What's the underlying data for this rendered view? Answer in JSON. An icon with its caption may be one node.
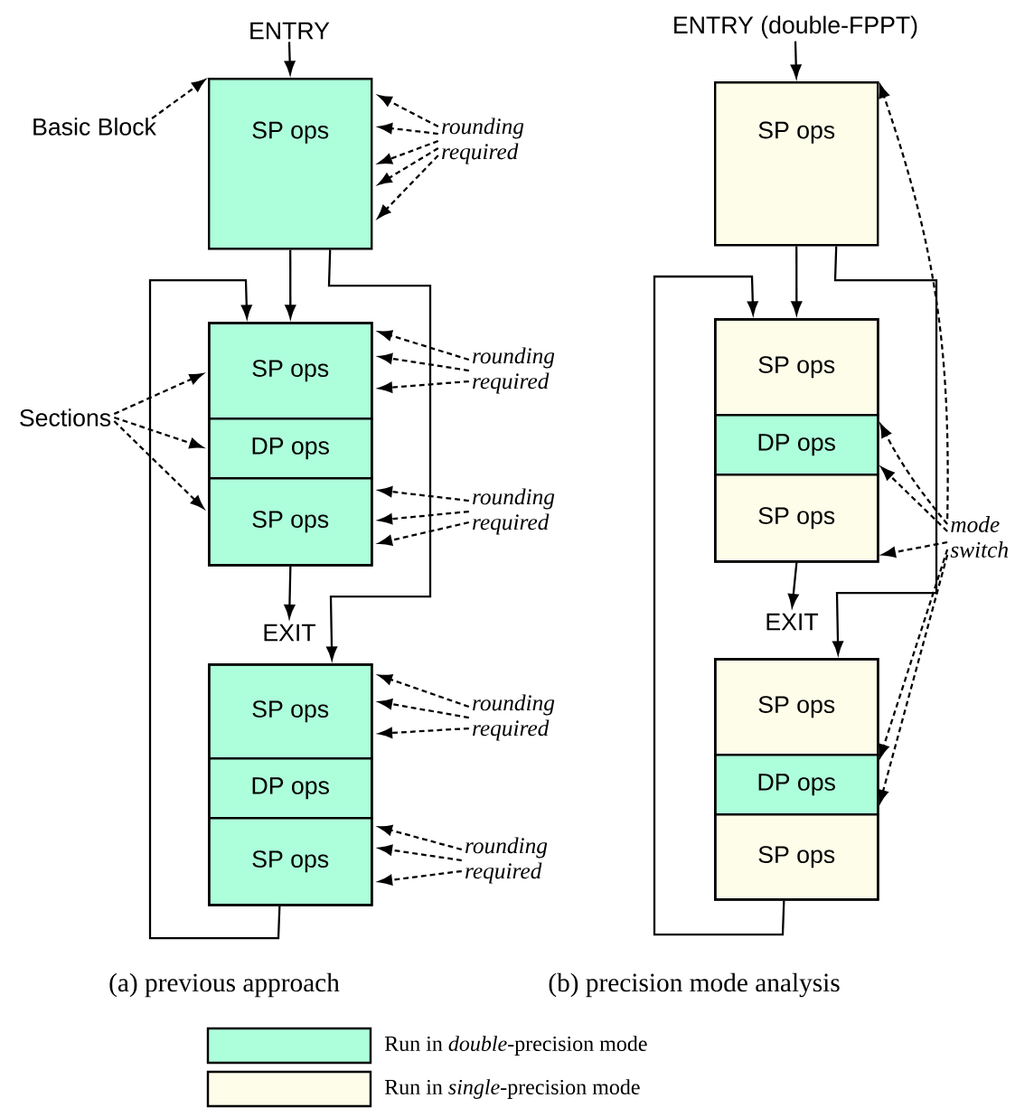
{
  "diagram": {
    "nodes": [
      {
        "text": [
          "ENTRY"
        ]
      },
      {
        "text": [
          "SP ops"
        ]
      },
      {
        "text": [],
        "shape": "box"
      },
      {
        "text": [
          "SP ops"
        ],
        "in": 2
      },
      {
        "text": [
          "DP ops"
        ],
        "in": 2
      },
      {
        "text": [
          "SP ops"
        ],
        "in": 2
      },
      {
        "text": [
          "EXIT"
        ]
      },
      {
        "text": [],
        "shape": "box"
      },
      {
        "text": [
          "SP ops"
        ],
        "in": 7
      },
      {
        "text": [
          "DP ops"
        ],
        "in": 7
      },
      {
        "text": [
          "SP ops"
        ],
        "in": 7
      },
      {
        "text": [
          "Basic Block"
        ]
      },
      {
        "text": [
          "Sections"
        ]
      },
      {
        "text": [
          "rounding required"
        ]
      },
      {
        "text": [
          "rounding required"
        ]
      },
      {
        "text": [
          "rounding required"
        ]
      },
      {
        "text": [
          "rounding required"
        ]
      },
      {
        "text": [
          "rounding required"
        ]
      },
      {
        "text": [
          "ENTRY (double-FPPT)"
        ]
      },
      {
        "text": [
          "SP ops"
        ]
      },
      {
        "text": [],
        "shape": "box"
      },
      {
        "text": [
          "SP ops"
        ],
        "in": 20
      },
      {
        "text": [
          "DP ops"
        ],
        "in": 20
      },
      {
        "text": [
          "SP ops"
        ],
        "in": 20
      },
      {
        "text": [
          "EXIT"
        ]
      },
      {
        "text": [],
        "shape": "box"
      },
      {
        "text": [
          "SP ops"
        ],
        "in": 25
      },
      {
        "text": [
          "DP ops"
        ],
        "in": 25
      },
      {
        "text": [
          "SP ops"
        ],
        "in": 25
      },
      {
        "text": [
          "mode switch"
        ]
      }
    ],
    "edges": [
      {
        "from": 0,
        "to": 1,
        "arrow": "to"
      },
      {
        "from": 1,
        "to": 2,
        "arrow": "to"
      },
      {
        "from": 1,
        "to": 7,
        "arrow": "to"
      },
      {
        "from": 2,
        "to": 6,
        "arrow": "to"
      },
      {
        "from": 7,
        "to": 2,
        "arrow": "to"
      },
      {
        "from": 11,
        "to": 1,
        "arrow": "to",
        "style": "dashed"
      },
      {
        "from": 12,
        "to": 3,
        "arrow": "to",
        "style": "dashed"
      },
      {
        "from": 12,
        "to": 4,
        "arrow": "to",
        "style": "dashed"
      },
      {
        "from": 12,
        "to": 5,
        "arrow": "to",
        "style": "dashed"
      },
      {
        "from": 13,
        "to": 1,
        "arrow": "to",
        "style": "dashed"
      },
      {
        "from": 13,
        "to": 1,
        "arrow": "to",
        "style": "dashed"
      },
      {
        "from": 13,
        "to": 1,
        "arrow": "to",
        "style": "dashed"
      },
      {
        "from": 13,
        "to": 1,
        "arrow": "to",
        "style": "dashed"
      },
      {
        "from": 13,
        "to": 1,
        "arrow": "to",
        "style": "dashed"
      },
      {
        "from": 14,
        "to": 3,
        "arrow": "to",
        "style": "dashed"
      },
      {
        "from": 14,
        "to": 3,
        "arrow": "to",
        "style": "dashed"
      },
      {
        "from": 14,
        "to": 3,
        "arrow": "to",
        "style": "dashed"
      },
      {
        "from": 15,
        "to": 5,
        "arrow": "to",
        "style": "dashed"
      },
      {
        "from": 15,
        "to": 5,
        "arrow": "to",
        "style": "dashed"
      },
      {
        "from": 15,
        "to": 5,
        "arrow": "to",
        "style": "dashed"
      },
      {
        "from": 16,
        "to": 8,
        "arrow": "to",
        "style": "dashed"
      },
      {
        "from": 16,
        "to": 8,
        "arrow": "to",
        "style": "dashed"
      },
      {
        "from": 16,
        "to": 8,
        "arrow": "to",
        "style": "dashed"
      },
      {
        "from": 17,
        "to": 10,
        "arrow": "to",
        "style": "dashed"
      },
      {
        "from": 17,
        "to": 10,
        "arrow": "to",
        "style": "dashed"
      },
      {
        "from": 17,
        "to": 10,
        "arrow": "to",
        "style": "dashed"
      },
      {
        "from": 18,
        "to": 19,
        "arrow": "to"
      },
      {
        "from": 19,
        "to": 20,
        "arrow": "to"
      },
      {
        "from": 19,
        "to": 25,
        "arrow": "to"
      },
      {
        "from": 20,
        "to": 24,
        "arrow": "to"
      },
      {
        "from": 25,
        "to": 20,
        "arrow": "to"
      },
      {
        "from": 29,
        "to": 19,
        "arrow": "to",
        "style": "dashed"
      },
      {
        "from": 29,
        "to": 22,
        "arrow": "to",
        "style": "dashed"
      },
      {
        "from": 29,
        "to": 22,
        "arrow": "to",
        "style": "dashed"
      },
      {
        "from": 29,
        "to": 23,
        "arrow": "to",
        "style": "dashed"
      },
      {
        "from": 29,
        "to": 27,
        "arrow": "to",
        "style": "dashed"
      },
      {
        "from": 29,
        "to": 27,
        "arrow": "to",
        "style": "dashed"
      }
    ],
    "labels": [
      "(a) previous approach",
      "(b) precision mode analysis"
    ],
    "legend": [
      {
        "text": "Run in *double*-precision mode",
        "color": "#adfedb"
      },
      {
        "text": "Run in *single*-precision mode",
        "color": "#fdfde9"
      }
    ]
  }
}
